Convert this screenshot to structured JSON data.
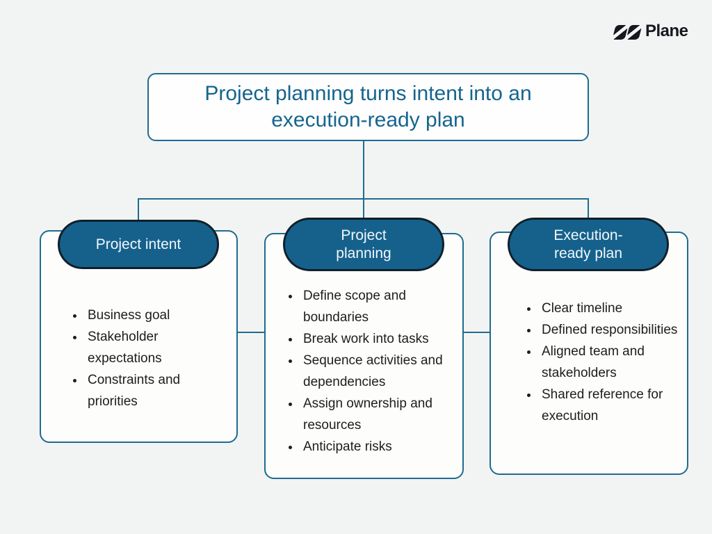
{
  "brand": {
    "name": "Plane"
  },
  "title": {
    "text": "Project planning turns intent into an execution-ready plan"
  },
  "diagram": {
    "nodes": [
      {
        "header": "Project intent",
        "items": [
          "Business goal",
          "Stakeholder expectations",
          "Constraints and priorities"
        ]
      },
      {
        "header": "Project planning",
        "items": [
          "Define scope and boundaries",
          "Break work into tasks",
          "Sequence activities and dependencies",
          "Assign ownership and resources",
          "Anticipate risks"
        ]
      },
      {
        "header": "Execution-ready plan",
        "items": [
          "Clear timeline",
          "Defined responsibilities",
          "Aligned team and stakeholders",
          "Shared reference for execution"
        ]
      }
    ]
  },
  "colors": {
    "background": "#f2f4f3",
    "card_fill": "#fdfdfc",
    "accent_border": "#1e6b90",
    "title_text": "#16648e",
    "pill_fill": "#15618c",
    "pill_border": "#101f2a",
    "pill_text": "#f3f8fb",
    "body_text": "#1d1d1b",
    "brand_text": "#16181d"
  }
}
